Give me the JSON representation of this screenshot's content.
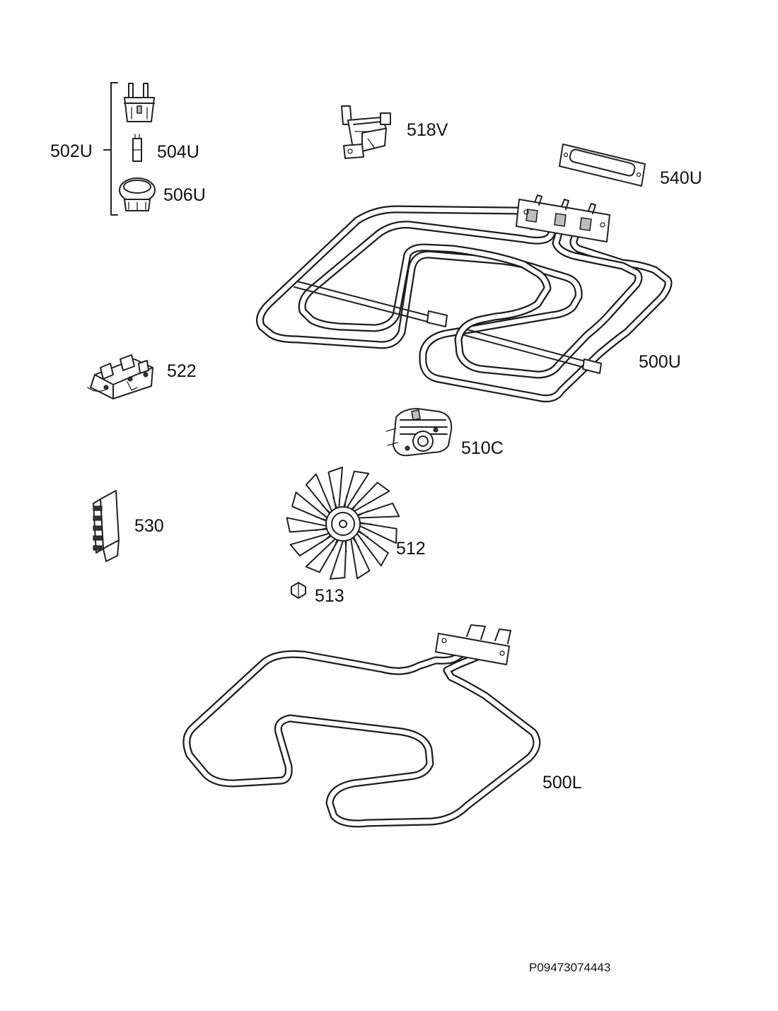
{
  "labels": {
    "p502U": "502U",
    "p504U": "504U",
    "p506U": "506U",
    "p518V": "518V",
    "p540U": "540U",
    "p500U": "500U",
    "p522": "522",
    "p510C": "510C",
    "p530": "530",
    "p512": "512",
    "p513": "513",
    "p500L": "500L"
  },
  "document_id": "P09473074443"
}
